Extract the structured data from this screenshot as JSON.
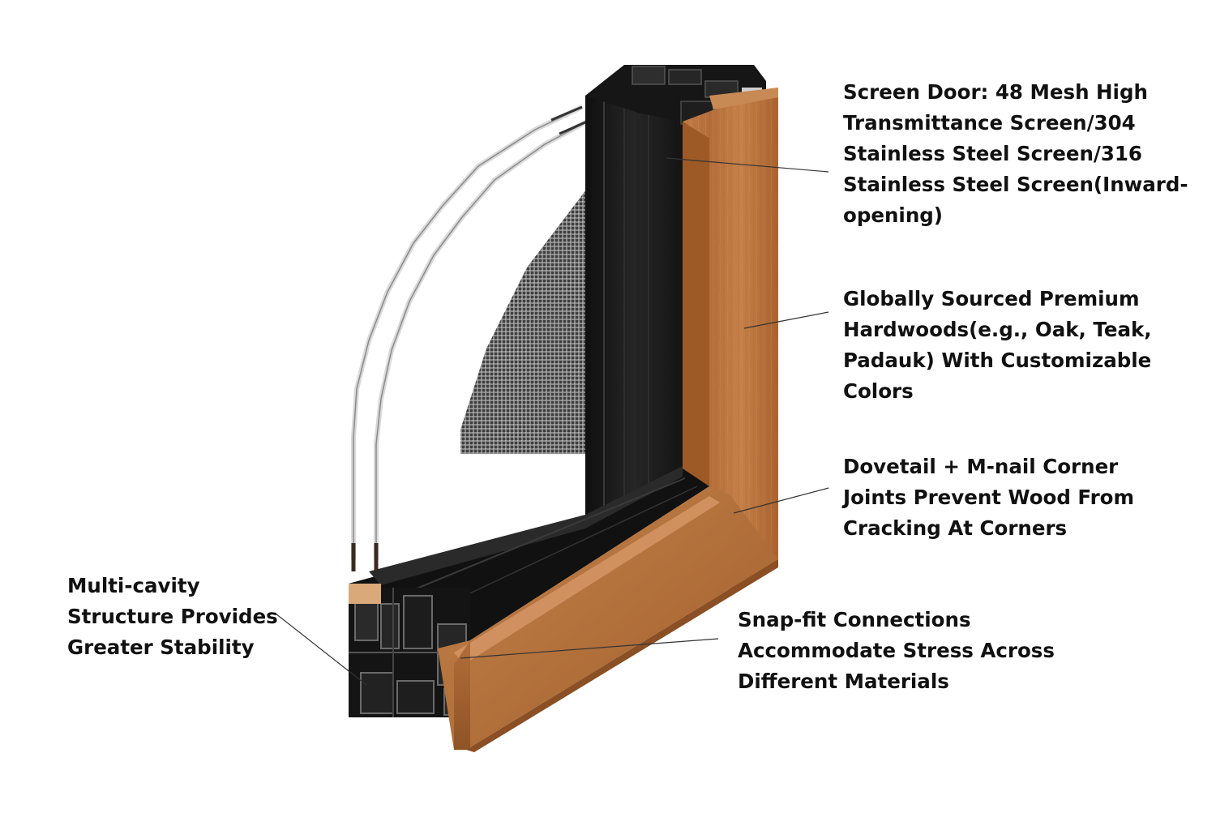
{
  "callouts": {
    "screen_door": {
      "lines": [
        "Screen Door: 48 Mesh High",
        "Transmittance Screen/304",
        "Stainless Steel Screen/316",
        "Stainless Steel Screen(Inward-",
        "opening)"
      ]
    },
    "hardwoods": {
      "lines": [
        "Globally Sourced Premium",
        "Hardwoods(e.g., Oak, Teak,",
        "Padauk) With Customizable",
        "Colors"
      ]
    },
    "dovetail": {
      "lines": [
        "Dovetail + M-nail Corner",
        "Joints Prevent Wood From",
        "Cracking At Corners"
      ]
    },
    "snap_fit": {
      "lines": [
        "Snap-fit Connections",
        "Accommodate Stress Across",
        "Different Materials"
      ]
    },
    "multi_cavity": {
      "lines": [
        "Multi-cavity",
        "Structure Provides",
        "Greater Stability"
      ]
    }
  },
  "colors": {
    "wood": "#b5733f",
    "wood_dark": "#8f5326",
    "aluminum": "#1c1c1c",
    "text": "#111111",
    "leader": "#333333"
  }
}
